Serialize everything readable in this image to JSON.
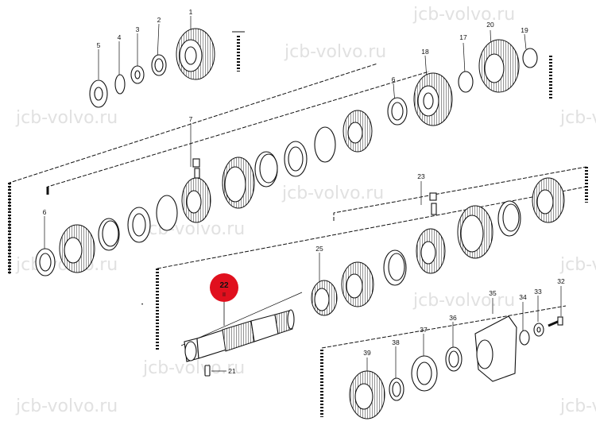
{
  "watermark": "jcb-volvo.ru",
  "highlight": {
    "label": "22",
    "sub": "II",
    "color": "#e0101e"
  },
  "callouts": [
    "1",
    "2",
    "3",
    "4",
    "5",
    "6",
    "7",
    "17",
    "18",
    "19",
    "20",
    "6",
    "23",
    "25",
    "21",
    "32",
    "33",
    "34",
    "35",
    "36",
    "37",
    "38",
    "39"
  ],
  "colors": {
    "line": "#111111",
    "watermark": "#c9c9c9",
    "highlight": "#e0101e"
  }
}
